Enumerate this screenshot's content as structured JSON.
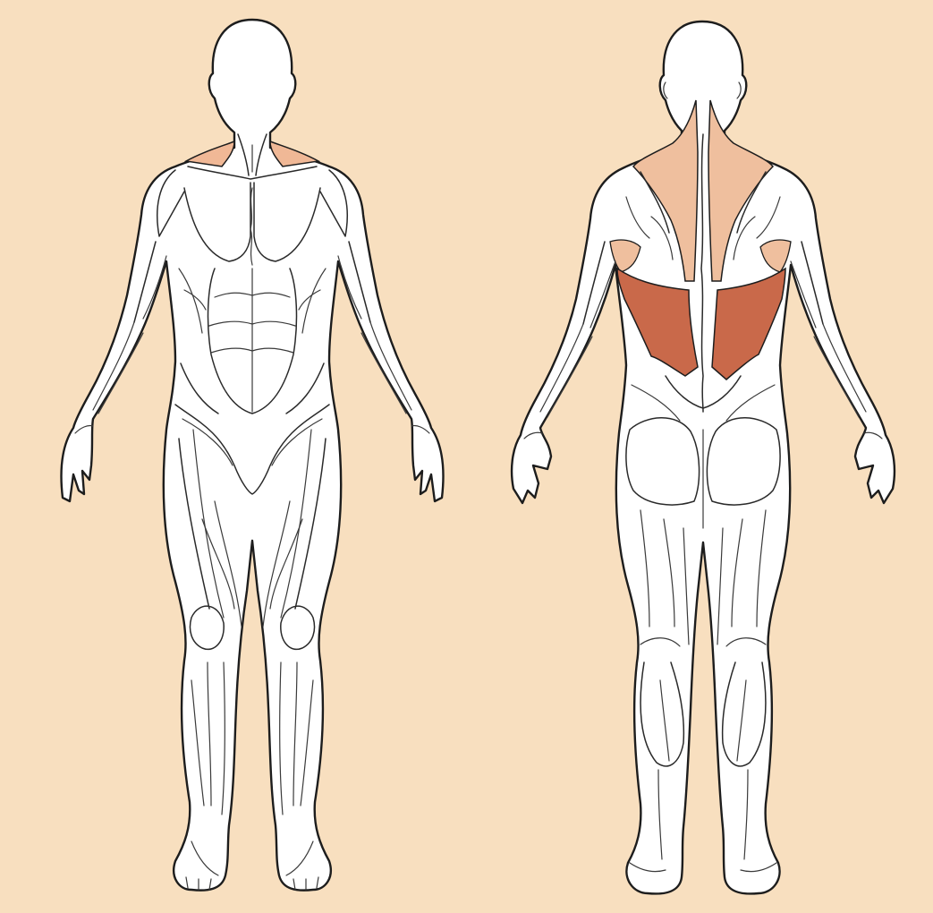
{
  "diagram": {
    "views": [
      "front",
      "back"
    ],
    "highlighted_muscles": [
      {
        "name": "trapezius",
        "color": "#f0b896"
      },
      {
        "name": "upper-back-trapezius",
        "color": "#efbf9e"
      },
      {
        "name": "latissimus-dorsi",
        "color": "#c9694a"
      }
    ]
  },
  "colors": {
    "background": "#f8dfbf",
    "body": "#ffffff",
    "outline": "#1d1d1d",
    "trapezius": "#f0b896",
    "latissimus": "#c9694a"
  }
}
